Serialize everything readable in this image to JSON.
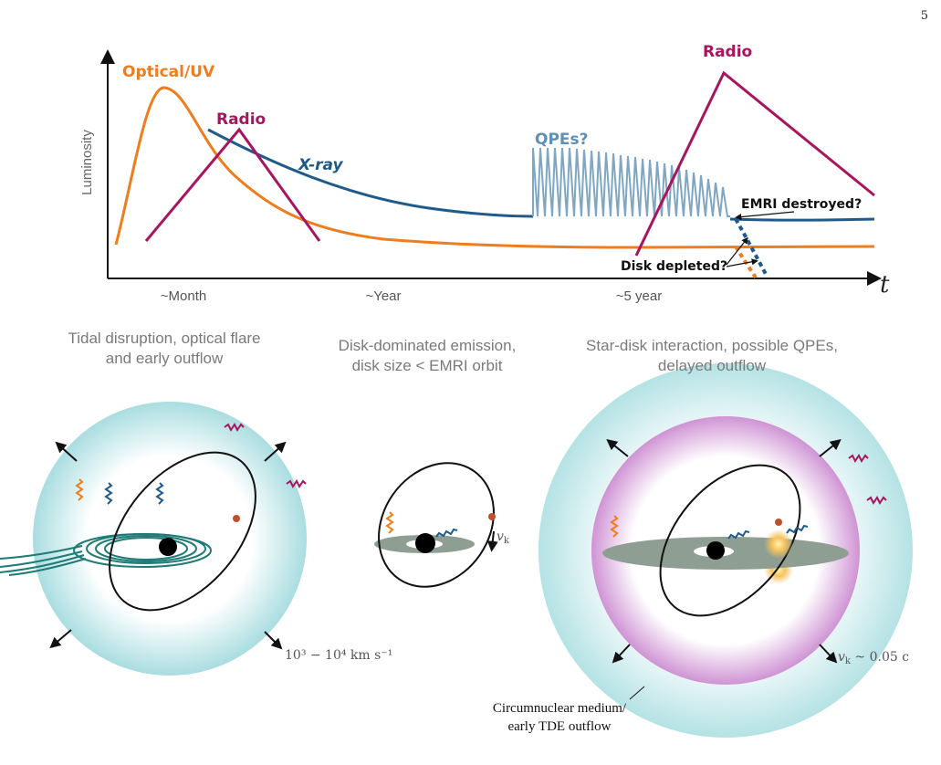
{
  "page_number": "5",
  "plot": {
    "y_axis_label": "Luminosity",
    "x_axis_symbol": "t",
    "x_ticks": [
      "~Month",
      "~Year",
      "~5 year"
    ],
    "curves": {
      "optical_uv": "Optical/UV",
      "radio_early": "Radio",
      "xray": "X-ray",
      "qpes": "QPEs?",
      "radio_late": "Radio",
      "emri_destroyed": "EMRI destroyed?",
      "disk_depleted": "Disk depleted?"
    }
  },
  "colors": {
    "optical": "#f07d1d",
    "radio": "#a8155f",
    "xray": "#1f5a8a",
    "qpe": "#7fa6c4",
    "disk": "#8e9e92",
    "medium": "#bfe6e8",
    "outflow_ring": "#d59ed8",
    "stream": "#1e7b76"
  },
  "stages": [
    {
      "caption_line1": "Tidal disruption, optical flare",
      "caption_line2": "and early outflow"
    },
    {
      "caption_line1": "Disk-dominated emission,",
      "caption_line2": "disk size < EMRI orbit"
    },
    {
      "caption_line1": "Star-disk interaction, possible QPEs,",
      "caption_line2": "delayed outflow"
    }
  ],
  "labels": {
    "outflow_speed": "10³ − 10⁴ km s⁻¹",
    "vk": "v",
    "vk_sub": "k",
    "vk_speed_prefix": "v",
    "vk_speed_suffix": " ~ 0.05 c",
    "medium_line1": "Circumnuclear medium/",
    "medium_line2": "early TDE outflow"
  }
}
